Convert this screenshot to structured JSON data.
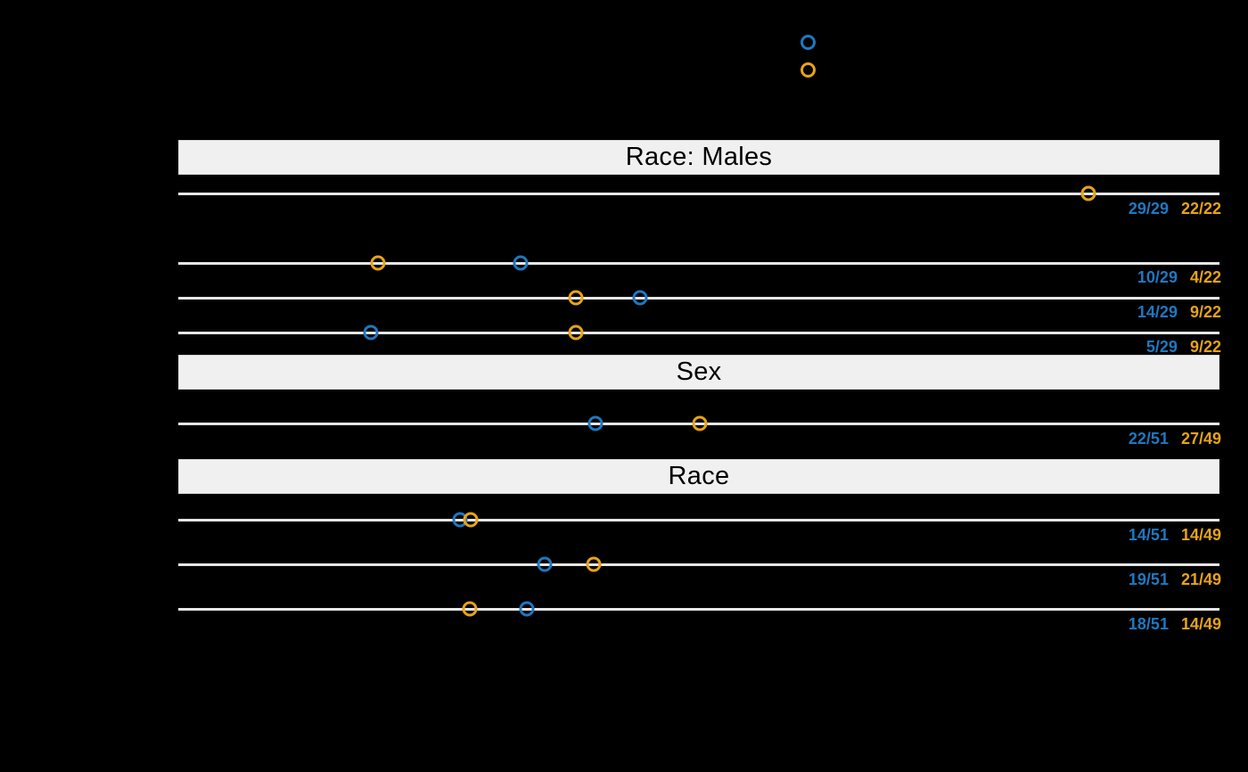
{
  "chart_data": {
    "type": "scatter",
    "title": "",
    "xlabel": "",
    "ylabel": "",
    "xlim": [
      0,
      1
    ],
    "grid": false,
    "legend_position": "top-center",
    "series": [
      {
        "name": "",
        "color": "#1f78c1",
        "marker": "open-circle"
      },
      {
        "name": "",
        "color": "#e8a317",
        "marker": "open-circle"
      }
    ],
    "sections": [
      {
        "header": "Race: Males",
        "rows": [
          {
            "label": "",
            "blue_x": 1221,
            "orange_x": 1221,
            "blue_value": "29/29",
            "orange_value": "22/22"
          }
        ]
      },
      {
        "header": "",
        "rows": [
          {
            "label": "",
            "blue_x": 584,
            "orange_x": 424,
            "blue_value": "10/29",
            "orange_value": "4/22"
          },
          {
            "label": "",
            "blue_x": 718,
            "orange_x": 646,
            "blue_value": "14/29",
            "orange_value": "9/22"
          },
          {
            "label": "",
            "blue_x": 416,
            "orange_x": 646,
            "blue_value": "5/29",
            "orange_value": "9/22"
          }
        ]
      },
      {
        "header": "Sex",
        "rows": [
          {
            "label": "",
            "blue_x": 668,
            "orange_x": 785,
            "blue_value": "22/51",
            "orange_value": "27/49"
          }
        ]
      },
      {
        "header": "Race",
        "rows": [
          {
            "label": "",
            "blue_x": 516,
            "orange_x": 528,
            "blue_value": "14/51",
            "orange_value": "14/49"
          },
          {
            "label": "",
            "blue_x": 611,
            "orange_x": 666,
            "blue_value": "19/51",
            "orange_value": "21/49"
          },
          {
            "label": "",
            "blue_x": 591,
            "orange_x": 527,
            "blue_value": "18/51",
            "orange_value": "14/49"
          }
        ]
      }
    ]
  },
  "legend": {
    "items": [
      {
        "label": "",
        "color": "#1f78c1"
      },
      {
        "label": "",
        "color": "#e8a317"
      }
    ]
  },
  "sections": {
    "s0": {
      "header": "Race: Males"
    },
    "s1": {
      "header": "Sex"
    },
    "s2": {
      "header": "Race"
    }
  },
  "rows": {
    "r0": {
      "blue": "29/29",
      "orange": "22/22",
      "label": ""
    },
    "r1": {
      "blue": "10/29",
      "orange": "4/22",
      "label": ""
    },
    "r2": {
      "blue": "14/29",
      "orange": "9/22",
      "label": ""
    },
    "r3": {
      "blue": "5/29",
      "orange": "9/22",
      "label": ""
    },
    "r4": {
      "blue": "22/51",
      "orange": "27/49",
      "label": ""
    },
    "r5": {
      "blue": "14/51",
      "orange": "14/49",
      "label": ""
    },
    "r6": {
      "blue": "19/51",
      "orange": "21/49",
      "label": ""
    },
    "r7": {
      "blue": "18/51",
      "orange": "14/49",
      "label": ""
    }
  },
  "colors": {
    "blue": "#1f78c1",
    "orange": "#e8a317",
    "background": "#000000",
    "band": "#f0f0f0",
    "line": "#e6e6e6"
  }
}
